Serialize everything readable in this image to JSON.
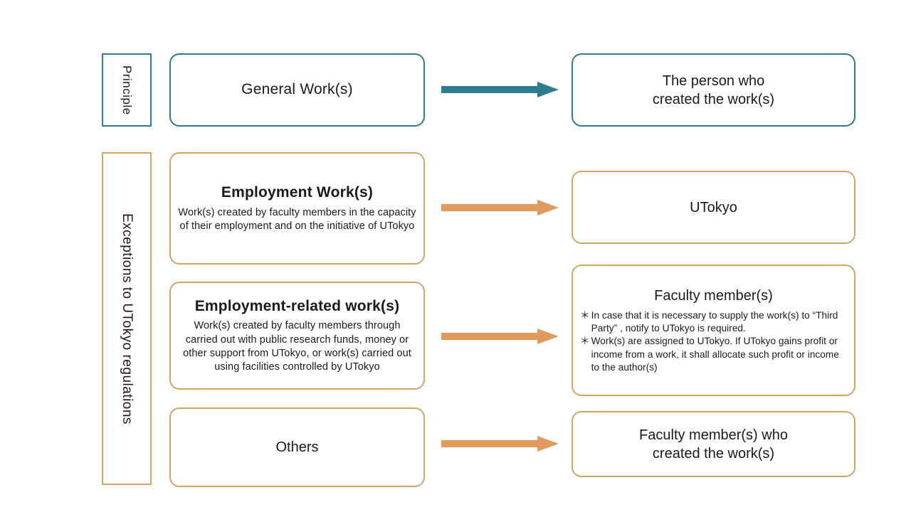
{
  "colors": {
    "teal": "#2f7d8c",
    "tan": "#d3a463",
    "arrow_teal": "#2e7d8e",
    "arrow_orange": "#e09a5c",
    "text": "#1a1a1a",
    "background": "#ffffff"
  },
  "categories": {
    "principle": "Principle",
    "exceptions": "Exceptions to UTokyo regulations"
  },
  "rows": {
    "general": {
      "source_title": "General Work(s)",
      "arrow": "arrow-right-teal",
      "target_line1": "The person who",
      "target_line2": "created the work(s)"
    },
    "employment": {
      "source_title": "Employment Work(s)",
      "source_body": "Work(s) created by faculty members in the capacity of their employment and on the initiative of UTokyo",
      "arrow": "arrow-right-orange",
      "target_title": "UTokyo"
    },
    "employment_related": {
      "source_title": "Employment-related work(s)",
      "source_body": "Work(s) created by faculty members through carried out with public research funds, money or other support from UTokyo, or work(s) carried out using facilities controlled by UTokyo",
      "arrow": "arrow-right-orange",
      "target_title": "Faculty member(s)",
      "target_notes": [
        "In case that it is necessary to supply the work(s) to  “Third Party” , notify to UTokyo is required.",
        "Work(s) are assigned to UTokyo. If UTokyo gains profit or income from a work, it shall allocate such profit or income to the author(s)"
      ],
      "note_marker": "＊"
    },
    "others": {
      "source_title": "Others",
      "arrow": "arrow-right-orange",
      "target_line1": "Faculty member(s) who",
      "target_line2": "created the work(s)"
    }
  }
}
